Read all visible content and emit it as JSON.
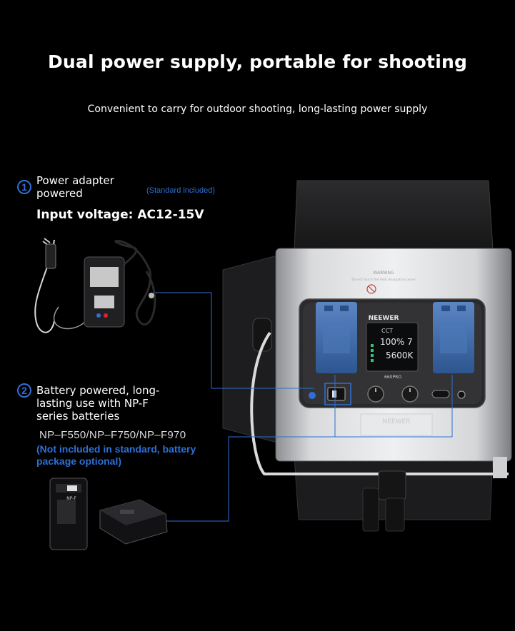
{
  "header": {
    "title": "Dual power supply, portable for shooting",
    "subtitle": "Convenient to carry for outdoor shooting, long-lasting power supply"
  },
  "option1": {
    "number": "1",
    "label_line1": "Power adapter",
    "label_line2": "powered",
    "tag": "(Standard included)",
    "voltage": "Input voltage: AC12-15V"
  },
  "option2": {
    "number": "2",
    "label_line1": "Battery powered, long-",
    "label_line2": "lasting use with NP-F",
    "label_line3": "series batteries",
    "models": "NP–F550/NP–F750/NP–F970",
    "note_line1": "(Not included in standard, battery",
    "note_line2": "package optional)"
  },
  "device": {
    "brand": "NEEWER",
    "model": "660PRO",
    "display_mode": "CCT",
    "display_brightness": "100%",
    "display_channel": "7",
    "display_temperature": "5600K",
    "warning": "WARNING",
    "warning_sub": "Do not touch the heat dissipation panel",
    "label_brand": "NEEWER"
  },
  "colors": {
    "accent_blue": "#2f6fd6",
    "battery_blue": "#3f6fae",
    "background": "#000000"
  }
}
